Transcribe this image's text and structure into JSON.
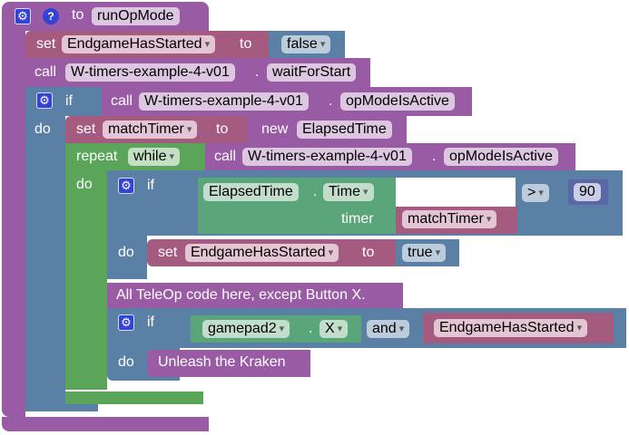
{
  "procedure": {
    "keyword": "to",
    "name": "runOpMode",
    "icons": [
      "gear-icon",
      "help-icon"
    ]
  },
  "statements": {
    "set1": {
      "keyword": "set",
      "variable": "EndgameHasStarted",
      "to": "to",
      "value": "false"
    },
    "call1": {
      "keyword": "call",
      "class": "W-timers-example-4-v01",
      "dot": ".",
      "method": "waitForStart"
    },
    "if1": {
      "keyword": "if",
      "do": "do",
      "call": "call",
      "class": "W-timers-example-4-v01",
      "dot": ".",
      "method": "opModeIsActive"
    },
    "set2": {
      "keyword": "set",
      "variable": "matchTimer",
      "to": "to",
      "new": "new",
      "type": "ElapsedTime"
    },
    "repeat": {
      "keyword": "repeat",
      "mode": "while",
      "do": "do",
      "call": "call",
      "class": "W-timers-example-4-v01",
      "dot": ".",
      "method": "opModeIsActive"
    },
    "if2": {
      "keyword": "if",
      "do": "do",
      "class": "ElapsedTime",
      "dot": ".",
      "prop": "Time",
      "timer_label": "timer",
      "timer_var": "matchTimer",
      "op": ">",
      "number": "90"
    },
    "set3": {
      "keyword": "set",
      "variable": "EndgameHasStarted",
      "to": "to",
      "value": "true"
    },
    "comment": {
      "text": "All TeleOp code here, except Button X."
    },
    "if3": {
      "keyword": "if",
      "do": "do",
      "gamepad": "gamepad2",
      "dot": ".",
      "button": "X",
      "op": "and",
      "variable": "EndgameHasStarted"
    },
    "kraken": {
      "text": "Unleash the Kraken"
    }
  },
  "colors": {
    "procedure": "#9a5ba5",
    "variable": "#a55b80",
    "logic": "#5b80a5",
    "loop": "#5ba55b",
    "object": "#5ba57a",
    "math": "#5b67a5"
  }
}
